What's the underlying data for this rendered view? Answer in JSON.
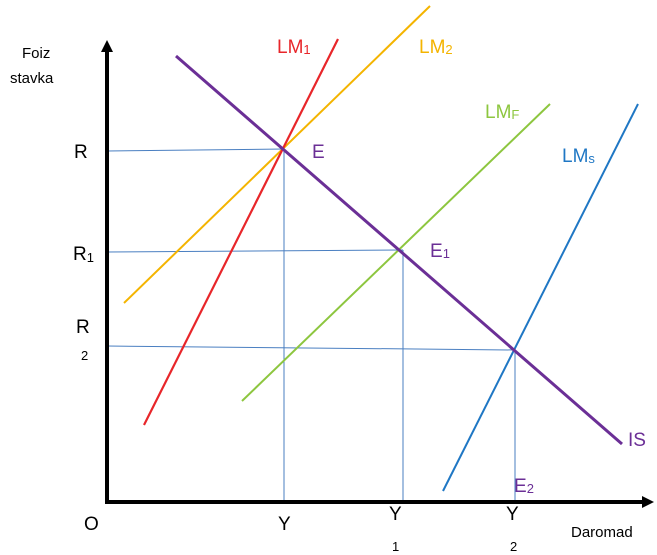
{
  "axes": {
    "y_title_line1": "Foiz",
    "y_title_line2": "stavka",
    "x_title": "Daromad",
    "origin": "O"
  },
  "y_ticks": {
    "r": "R",
    "r1_main": "R",
    "r1_sub": "1",
    "r2_main": "R",
    "r2_sub": "2"
  },
  "x_ticks": {
    "y": "Y",
    "y1_main": "Y",
    "y1_sub": "1",
    "y2_main": "Y",
    "y2_sub": "2"
  },
  "curves": {
    "lm1": {
      "main": "LM",
      "sub": "1",
      "color": "#e8262a"
    },
    "lm2": {
      "main": "LM",
      "sub": "2",
      "color": "#f4b400"
    },
    "lmf": {
      "main": "LM",
      "sub": "F",
      "color": "#8dc63f"
    },
    "lms": {
      "main": "LM",
      "sub": "s",
      "color": "#1f77c4"
    },
    "is": {
      "main": "IS",
      "color": "#6b2f96"
    }
  },
  "points": {
    "e": {
      "main": "E"
    },
    "e1": {
      "main": "E",
      "sub": "1"
    },
    "e2": {
      "main": "E",
      "sub": "2"
    }
  },
  "colors": {
    "axis": "#000000",
    "guide": "#4a7fc1",
    "point_label": "#6b2f96"
  }
}
